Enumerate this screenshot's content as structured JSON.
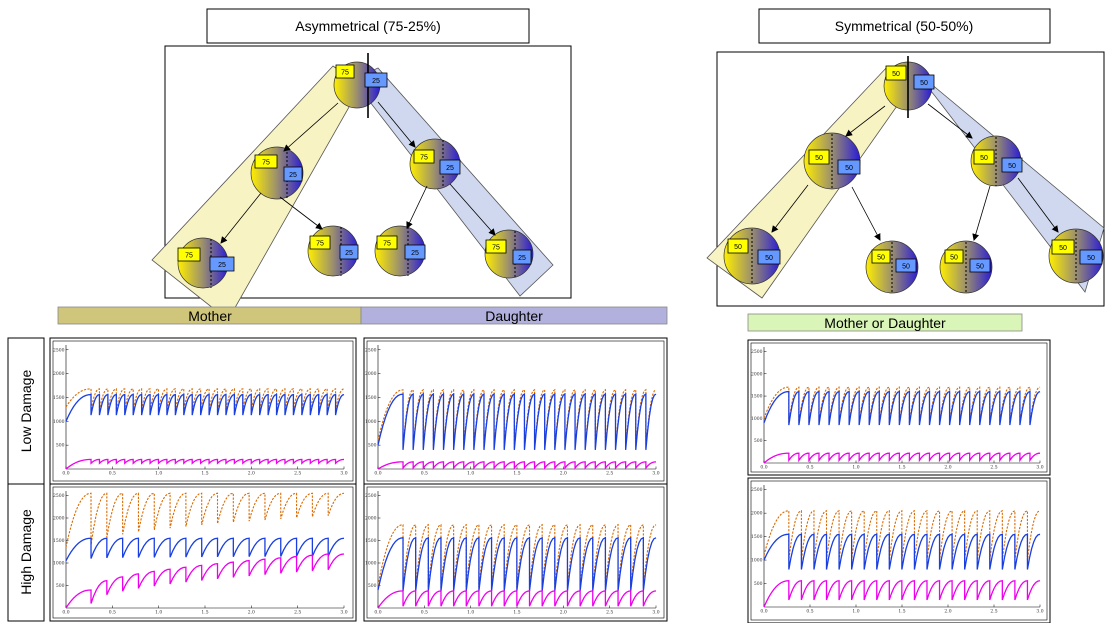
{
  "titles": {
    "asym": "Asymmetrical (75-25%)",
    "sym": "Symmetrical (50-50%)"
  },
  "bars": {
    "mother": "Mother",
    "daughter": "Daughter",
    "mother_or_daughter": "Mother or Daughter"
  },
  "rows": {
    "low": "Low Damage",
    "high": "High Damage"
  },
  "labels": {
    "asym_big": "75",
    "asym_small": "25",
    "sym": "50"
  },
  "colors": {
    "mother_bar": "#cfc67c",
    "daughter_bar": "#b2b0dc",
    "md_bar": "#d9f5b8",
    "mother_path": "#f8f3c3",
    "daughter_path": "#cfd8ef",
    "label_yellow": "#ffff00",
    "label_blue": "#6699ff",
    "series_orange": "#d96a00",
    "series_blue": "#1a3fe0",
    "series_magenta": "#ee00ee"
  },
  "chart_data": [
    {
      "type": "line",
      "panel": "asym-mother-low",
      "x_range": [
        0,
        3
      ],
      "ylim": [
        0,
        2600
      ],
      "x_ticks": [
        "0.0",
        "0.5",
        "1.0",
        "1.5",
        "2.0",
        "2.5",
        "3.0"
      ],
      "y_ticks": [
        "500",
        "1000",
        "1500",
        "2000",
        "2500"
      ],
      "grid": false,
      "series": [
        {
          "color": "orange",
          "style": "dashed",
          "cycles": 30,
          "start": 1300,
          "base": 1240,
          "peak": 1680
        },
        {
          "color": "blue",
          "style": "solid",
          "cycles": 30,
          "start": 1000,
          "base": 1130,
          "peak": 1560
        },
        {
          "color": "magenta",
          "style": "solid",
          "cycles": 30,
          "start": 0,
          "base": 120,
          "peak": 200
        }
      ]
    },
    {
      "type": "line",
      "panel": "asym-daughter-low",
      "x_range": [
        0,
        3
      ],
      "ylim": [
        0,
        2600
      ],
      "x_ticks": [
        "0.0",
        "0.5",
        "1.0",
        "1.5",
        "2.0",
        "2.5",
        "3.0"
      ],
      "y_ticks": [
        "500",
        "1000",
        "1500",
        "2000",
        "2500"
      ],
      "grid": false,
      "series": [
        {
          "color": "orange",
          "style": "dashed",
          "cycles": 25,
          "start": 600,
          "base": 450,
          "peak": 1660
        },
        {
          "color": "blue",
          "style": "solid",
          "cycles": 25,
          "start": 500,
          "base": 400,
          "peak": 1570
        },
        {
          "color": "magenta",
          "style": "solid",
          "cycles": 25,
          "start": 0,
          "base": 20,
          "peak": 150
        }
      ]
    },
    {
      "type": "line",
      "panel": "sym-low",
      "x_range": [
        0,
        3
      ],
      "ylim": [
        0,
        2600
      ],
      "x_ticks": [
        "0.0",
        "0.5",
        "1.0",
        "1.5",
        "2.0",
        "2.5",
        "3.0"
      ],
      "y_ticks": [
        "500",
        "1000",
        "1500",
        "2000",
        "2500"
      ],
      "grid": false,
      "series": [
        {
          "color": "orange",
          "style": "dashed",
          "cycles": 25,
          "start": 1000,
          "base": 900,
          "peak": 1700
        },
        {
          "color": "blue",
          "style": "solid",
          "cycles": 25,
          "start": 900,
          "base": 850,
          "peak": 1600
        },
        {
          "color": "magenta",
          "style": "solid",
          "cycles": 25,
          "start": 0,
          "base": 60,
          "peak": 220
        }
      ]
    },
    {
      "type": "line",
      "panel": "asym-mother-high",
      "x_range": [
        0,
        3
      ],
      "ylim": [
        0,
        2600
      ],
      "x_ticks": [
        "0.0",
        "0.5",
        "1.0",
        "1.5",
        "2.0",
        "2.5",
        "3.0"
      ],
      "y_ticks": [
        "500",
        "1000",
        "1500",
        "2000",
        "2500"
      ],
      "grid": false,
      "series": [
        {
          "color": "orange",
          "style": "dashed",
          "cycles": 16,
          "start": 1350,
          "base": 1400,
          "peak": 2550,
          "base_end": 2050
        },
        {
          "color": "blue",
          "style": "solid",
          "cycles": 16,
          "start": 1050,
          "base": 1100,
          "peak": 1550,
          "base_end": 1150
        },
        {
          "color": "magenta",
          "style": "solid",
          "cycles": 16,
          "start": 0,
          "base": 100,
          "peak": 400,
          "base_end": 850,
          "peak_end": 1200
        }
      ]
    },
    {
      "type": "line",
      "panel": "asym-daughter-high",
      "x_range": [
        0,
        3
      ],
      "ylim": [
        0,
        2600
      ],
      "x_ticks": [
        "0.0",
        "0.5",
        "1.0",
        "1.5",
        "2.0",
        "2.5",
        "3.0"
      ],
      "y_ticks": [
        "500",
        "1000",
        "1500",
        "2000",
        "2500"
      ],
      "grid": false,
      "series": [
        {
          "color": "orange",
          "style": "dashed",
          "cycles": 20,
          "start": 500,
          "base": 450,
          "peak": 1850
        },
        {
          "color": "blue",
          "style": "solid",
          "cycles": 20,
          "start": 400,
          "base": 380,
          "peak": 1560
        },
        {
          "color": "magenta",
          "style": "solid",
          "cycles": 20,
          "start": 0,
          "base": 40,
          "peak": 380
        }
      ]
    },
    {
      "type": "line",
      "panel": "sym-high",
      "x_range": [
        0,
        3
      ],
      "ylim": [
        0,
        2600
      ],
      "x_ticks": [
        "0.0",
        "0.5",
        "1.0",
        "1.5",
        "2.0",
        "2.5",
        "3.0"
      ],
      "y_ticks": [
        "500",
        "1000",
        "1500",
        "2000",
        "2500"
      ],
      "grid": false,
      "series": [
        {
          "color": "orange",
          "style": "dashed",
          "cycles": 20,
          "start": 1100,
          "base": 1000,
          "peak": 2050
        },
        {
          "color": "blue",
          "style": "solid",
          "cycles": 20,
          "start": 1000,
          "base": 800,
          "peak": 1550
        },
        {
          "color": "magenta",
          "style": "solid",
          "cycles": 20,
          "start": 0,
          "base": 150,
          "peak": 560
        }
      ]
    }
  ]
}
